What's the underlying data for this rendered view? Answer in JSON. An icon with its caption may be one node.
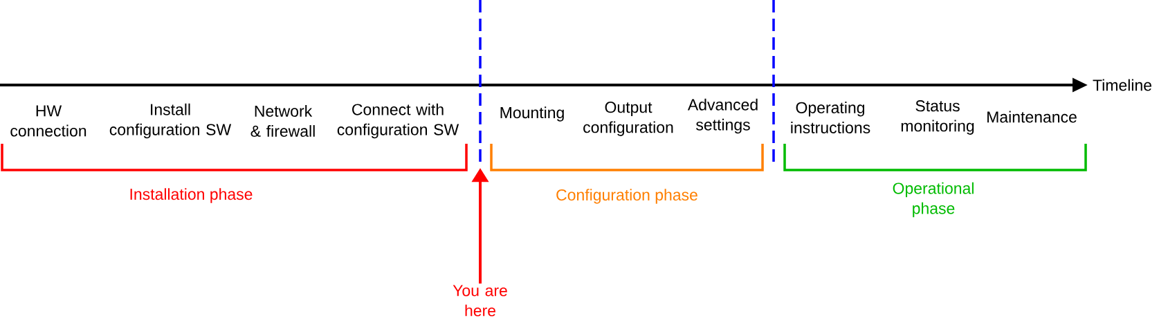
{
  "diagram": {
    "nodes": [
      {
        "text": [
          "You are here"
        ]
      },
      {
        "text": [],
        "shape": "line"
      },
      {
        "text": [],
        "shape": "line"
      }
    ],
    "edges": [
      {
        "from": 0,
        "to": 1,
        "arrow": "to",
        "color": "#ff0000"
      }
    ],
    "labels": [
      "Timeline",
      "HW connection",
      "Install configuration SW",
      "Network & firewall",
      "Connect with configuration SW",
      "Mounting",
      "Output configuration",
      "Advanced settings",
      "Operating instructions",
      "Status monitoring",
      "Maintenance",
      "Installation phase",
      "Configuration phase",
      "Operational phase"
    ]
  }
}
